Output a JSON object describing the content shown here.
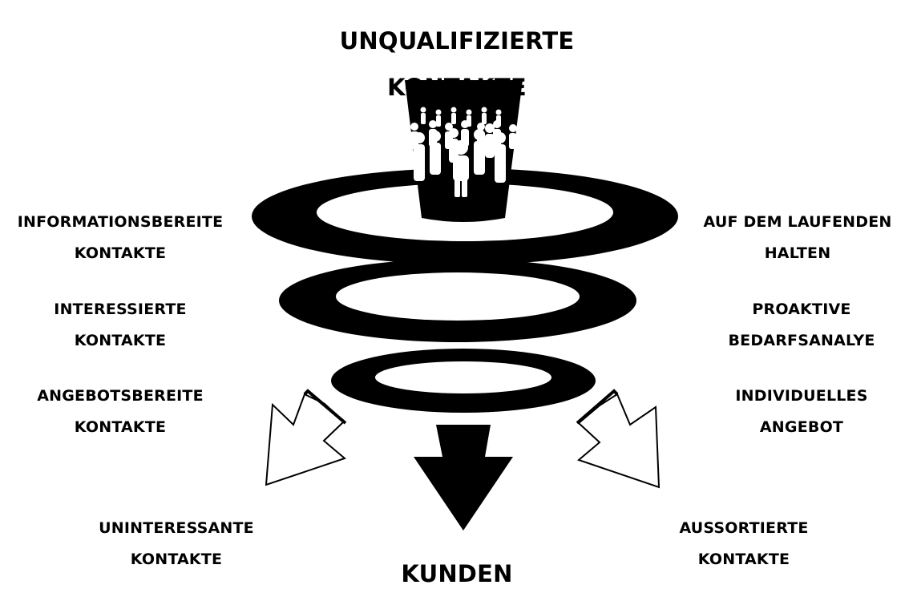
{
  "top": {
    "line1": "UNQUALIFIZIERTE",
    "line2": "KONTAKTE"
  },
  "bottom": {
    "label": "KUNDEN"
  },
  "left": [
    {
      "line1": "INFORMATIONSBEREITE",
      "line2": "KONTAKTE"
    },
    {
      "line1": "INTERESSIERTE",
      "line2": "KONTAKTE"
    },
    {
      "line1": "ANGEBOTSBEREITE",
      "line2": "KONTAKTE"
    },
    {
      "line1": "UNINTERESSANTE",
      "line2": "KONTAKTE"
    }
  ],
  "right": [
    {
      "line1": "AUF DEM LAUFENDEN",
      "line2": "HALTEN"
    },
    {
      "line1": "PROAKTIVE",
      "line2": "BEDARFSANALYE"
    },
    {
      "line1": "INDIVIDUELLES",
      "line2": "ANGEBOT"
    },
    {
      "line1": "AUSSORTIERTE",
      "line2": "KONTAKTE"
    }
  ],
  "colors": {
    "ink": "#000000",
    "paper": "#ffffff"
  }
}
